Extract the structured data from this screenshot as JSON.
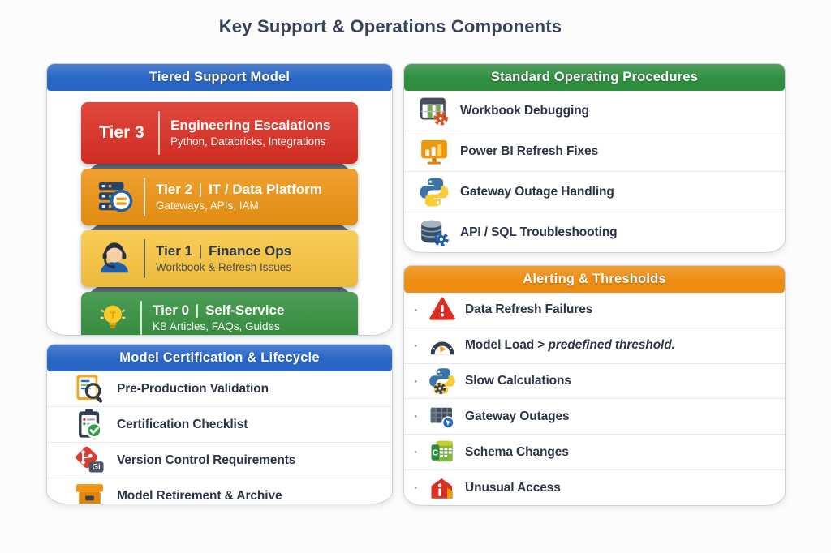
{
  "page_title": "Key Support & Operations Components",
  "colors": {
    "blue_header": "#2a67c5",
    "green_header": "#2f8f3f",
    "orange_header": "#ee8d12",
    "tier3_red": "#dc2f23",
    "tier2_orange": "#ee9413",
    "tier1_yellow": "#f9c640",
    "tier0_green": "#35903f",
    "title_text": "#39425a"
  },
  "tiered_support": {
    "title": "Tiered Support Model",
    "tiers": [
      {
        "tier": "Tier 3",
        "name": "Engineering Escalations",
        "subtitle": "Python, Databricks, Integrations",
        "icon": "none",
        "color": "#dc2f23"
      },
      {
        "tier": "Tier 2",
        "name": "IT / Data Platform",
        "subtitle": "Gateways, APIs, IAM",
        "icon": "server-icon",
        "color": "#ee9413"
      },
      {
        "tier": "Tier 1",
        "name": "Finance Ops",
        "subtitle": "Workbook & Refresh Issues",
        "icon": "support-agent-icon",
        "color": "#f9c640"
      },
      {
        "tier": "Tier 0",
        "name": "Self-Service",
        "subtitle": "KB Articles, FAQs, Guides",
        "icon": "lightbulb-icon",
        "color": "#35903f"
      }
    ]
  },
  "certification": {
    "title": "Model Certification & Lifecycle",
    "items": [
      {
        "label": "Pre-Production Validation",
        "icon": "document-magnifier-icon"
      },
      {
        "label": "Certification Checklist",
        "icon": "clipboard-check-icon"
      },
      {
        "label": "Version Control Requirements",
        "icon": "git-icon",
        "badge": "Gi"
      },
      {
        "label": "Model Retirement & Archive",
        "icon": "archive-box-icon"
      }
    ]
  },
  "sop": {
    "title": "Standard Operating Procedures",
    "items": [
      {
        "label": "Workbook Debugging",
        "icon": "workbook-gear-icon"
      },
      {
        "label": "Power BI Refresh Fixes",
        "icon": "power-bi-chart-icon"
      },
      {
        "label": "Gateway Outage Handling",
        "icon": "python-icon"
      },
      {
        "label": "API / SQL Troubleshooting",
        "icon": "database-gear-icon"
      }
    ]
  },
  "alerting": {
    "title": "Alerting & Thresholds",
    "bullet": "·",
    "items": [
      {
        "label": "Data Refresh Failures",
        "icon": "warning-triangle-icon"
      },
      {
        "label_prefix": "Model Load > ",
        "label_italic": "predefined threshold.",
        "icon": "gauge-icon"
      },
      {
        "label": "Slow Calculations",
        "icon": "python-gear-icon"
      },
      {
        "label": "Gateway Outages",
        "icon": "grid-pointer-icon"
      },
      {
        "label": "Schema Changes",
        "icon": "schema-sheet-icon",
        "badge": "C"
      },
      {
        "label": "Unusual Access",
        "icon": "house-alert-icon"
      }
    ]
  }
}
